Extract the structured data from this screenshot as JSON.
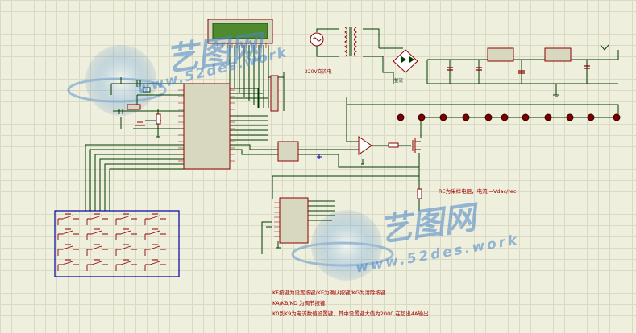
{
  "labels": {
    "ac_source": "220V交流电",
    "bridge": "整流",
    "resistor_note": "RE为采样电阻，电流I=Vdac/rec"
  },
  "notes": [
    "KF按键为设置按键/KE为确认按键/KG为清除按键",
    "KA/KB/KD 为调节按键",
    "K0到K9为电流数值设置键，其中设置键大值为2000,在超出4A输出"
  ],
  "watermarks": [
    {
      "logo": "艺图网",
      "site": "www.52des.work"
    },
    {
      "logo": "艺图网",
      "site": "www.52des.work"
    }
  ],
  "colors": {
    "wire": "#003c00",
    "component": "#8c0000",
    "component_fill": "#ffffff",
    "part_fill": "#d8d8c0",
    "lcd_screen": "#4f8a2c",
    "led": "#7a0000",
    "keypad_bus": "#0000a0",
    "note_text": "#a00000",
    "watermark": "#4a86c8"
  },
  "icons": [
    "ac-source-icon",
    "transformer-icon",
    "bridge-rectifier-icon",
    "op-amp-icon",
    "mosfet-icon",
    "led-icon",
    "push-button-icon",
    "crystal-icon",
    "capacitor-icon",
    "resistor-icon",
    "ground-icon"
  ]
}
